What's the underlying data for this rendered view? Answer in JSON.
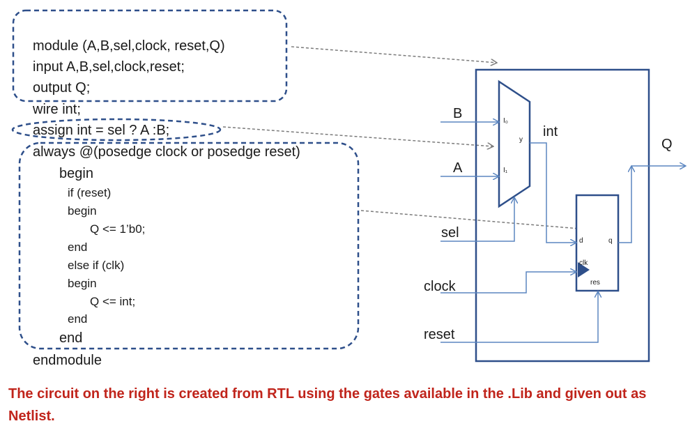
{
  "code": {
    "module_line": "module (A,B,sel,clock, reset,Q)",
    "input_line": "input A,B,sel,clock,reset;",
    "output_line": "output Q;",
    "wire_line": "wire  int;",
    "assign_line": "assign int = sel ? A :B;",
    "always_line": "always @(posedge clock or posedge reset)",
    "begin_outer": "begin",
    "if_reset": "if (reset)",
    "begin_if": "begin",
    "q_reset": "Q <= 1’b0;",
    "end_if": "end",
    "else_clk": "else if (clk)",
    "begin_else": "begin",
    "q_int": "Q <= int;",
    "end_else": "end",
    "end_outer": "end",
    "endmodule": "endmodule"
  },
  "circuit": {
    "input_b": "B",
    "input_a": "A",
    "input_sel": "sel",
    "input_clock": "clock",
    "input_reset": "reset",
    "output_q": "Q",
    "wire_int": "int",
    "mux_i0": "I₀",
    "mux_i1": "I₁",
    "mux_y": "y",
    "ff_d": "d",
    "ff_q": "q",
    "ff_clk": "clk",
    "ff_res": "res"
  },
  "caption": "The circuit on the right is created from RTL using the gates available in the .Lib and given out as Netlist.",
  "colors": {
    "box_stroke": "#2e4f8a",
    "wire": "#5b86c0",
    "dashed": "#7b7b7b",
    "caption": "#c0241b"
  }
}
